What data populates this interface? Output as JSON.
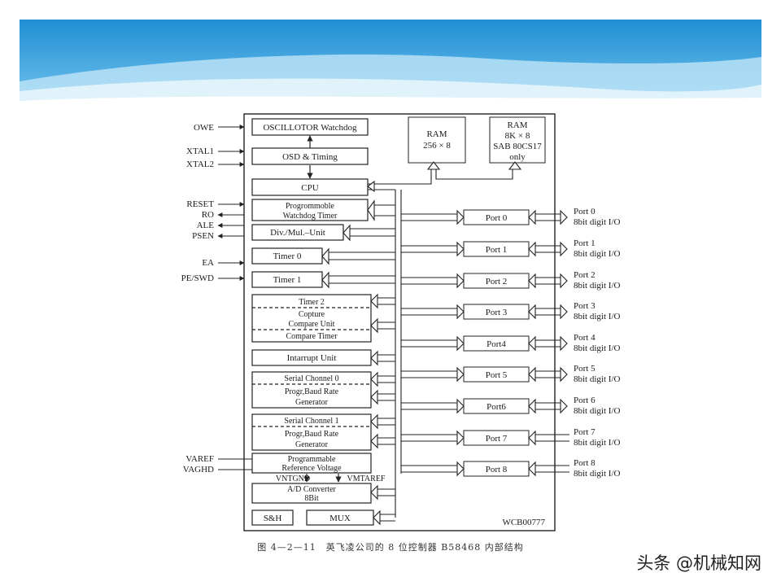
{
  "colors": {
    "banner_top": "#1f8fd3",
    "banner_light": "#6fc0ee",
    "line": "#222222"
  },
  "pins_left": [
    "OWE",
    "XTAL1",
    "XTAL2",
    "RESET",
    "RO",
    "ALE",
    "PSEN",
    "EA",
    "PE/SWD",
    "VAREF",
    "VAGHD"
  ],
  "blocks": {
    "osc": "OSCILLOTOR Watchdog",
    "osd": "OSD & Timing",
    "cpu": "CPU",
    "prog_wd_1": "Progrommoble",
    "prog_wd_2": "Watchdog Timer",
    "divmul": "Div./Mul.–Unit",
    "timer0": "Timer 0",
    "timer1": "Timer 1",
    "timer2": "Timer 2",
    "capture_1": "Copture",
    "capture_2": "Compare Unit",
    "compare_timer": "Compare Timer",
    "interrupt": "Intarrupt Unit",
    "serial0": "Serial Chonnel 0",
    "baud0_1": "Progr,Baud Rate",
    "baud0_2": "Generator",
    "serial1": "Serial Chonnel 1",
    "baud1_1": "Progr,Baud Rate",
    "baud1_2": "Generator",
    "refv_1": "Programmable",
    "refv_2": "Reference Voltage",
    "vntgnd": "VNTGND",
    "vmtaref": "VMTAREF",
    "adc_1": "A/D Converter",
    "adc_2": "8Bit",
    "sh": "S&H",
    "mux": "MUX",
    "ram1_1": "RAM",
    "ram1_2": "256 × 8",
    "ram2_1": "RAM",
    "ram2_2": "8K × 8",
    "ram2_3": "SAB 80CS17",
    "ram2_4": "only",
    "code": "WCB00777"
  },
  "ports": [
    {
      "name": "Port 0",
      "desc1": "Port 0",
      "desc2": "8bit digit I/O"
    },
    {
      "name": "Port 1",
      "desc1": "Port 1",
      "desc2": "8bit digit I/O"
    },
    {
      "name": "Port 2",
      "desc1": "Port 2",
      "desc2": "8bit digit I/O"
    },
    {
      "name": "Port 3",
      "desc1": "Port 3",
      "desc2": "8bit digit I/O"
    },
    {
      "name": "Port4",
      "desc1": "Port 4",
      "desc2": "8bit digit I/O"
    },
    {
      "name": "Port 5",
      "desc1": "Port 5",
      "desc2": "8bit digit I/O"
    },
    {
      "name": "Port6",
      "desc1": "Port 6",
      "desc2": "8bit digit I/O"
    },
    {
      "name": "Port 7",
      "desc1": "Port 7",
      "desc2": "8bit digit I/O"
    },
    {
      "name": "Port 8",
      "desc1": "Port 8",
      "desc2": "8bit digit I/O"
    }
  ],
  "caption": "图 4—2—11　英飞凌公司的 8 位控制器 B58468 内部结构",
  "watermark": "头条 @机械知网"
}
